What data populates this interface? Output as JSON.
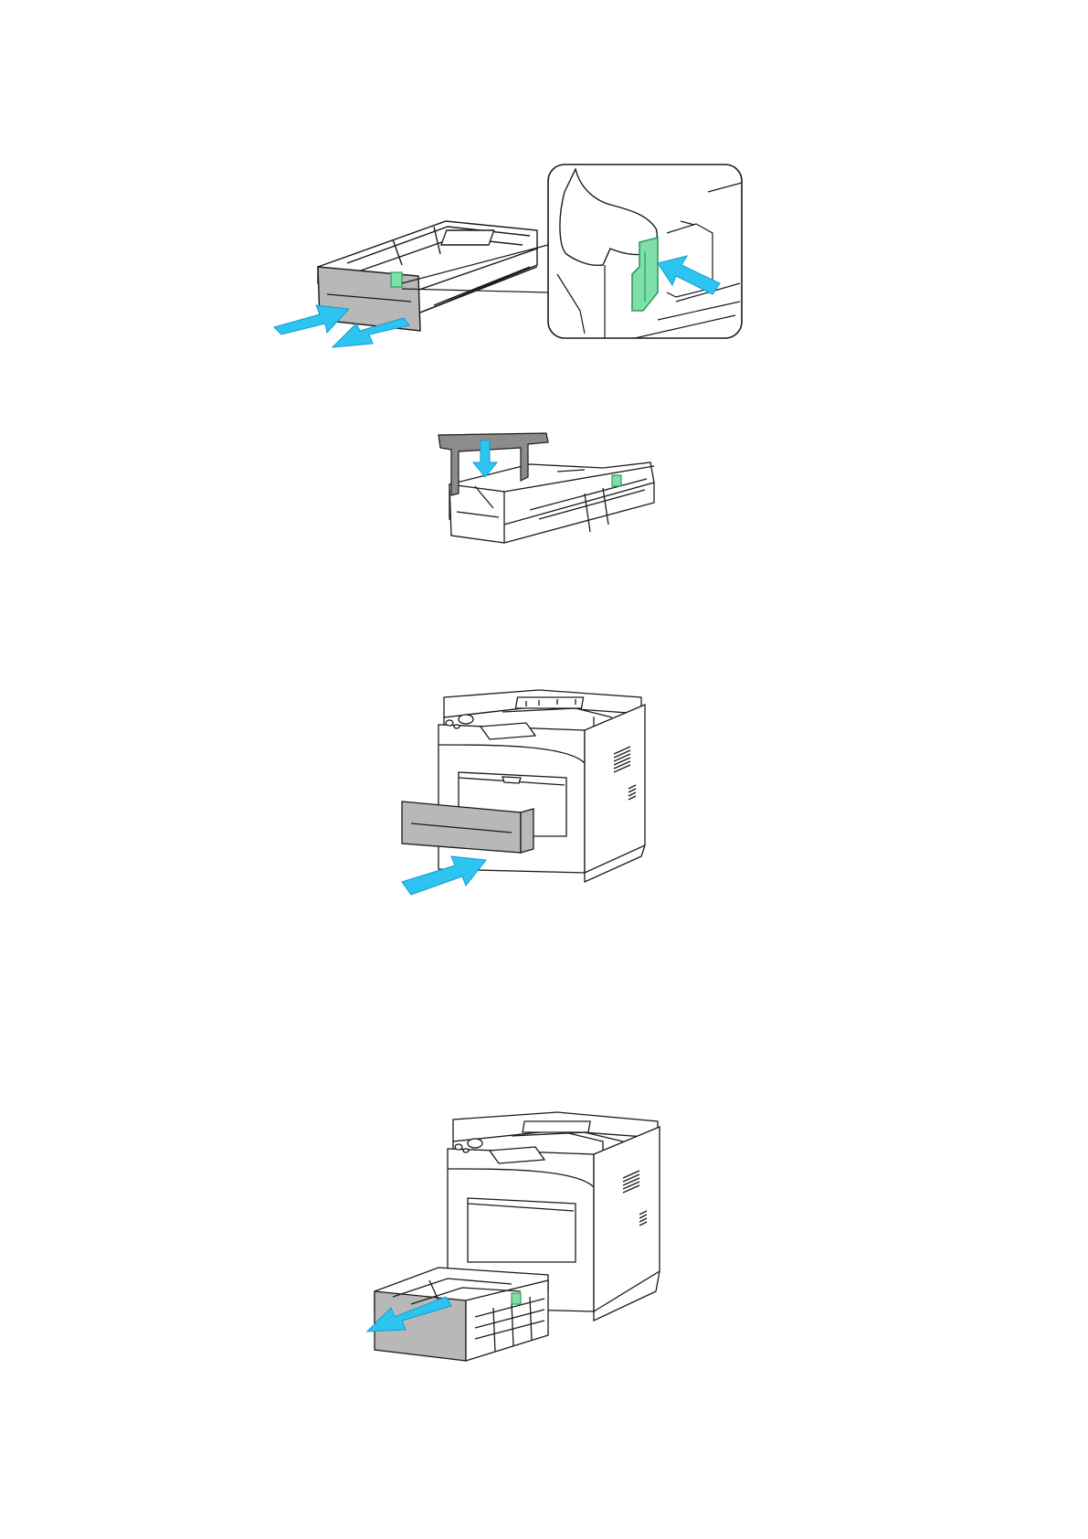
{
  "page": {
    "background": "#ffffff"
  },
  "colors": {
    "arrow": "#2ec4f2",
    "arrow_stroke": "#0d9fd0",
    "tray_gray": "#b8b8b8",
    "tray_dark": "#8c8c8c",
    "guide_green": "#7ee0a8",
    "guide_green_dark": "#2f9a5c",
    "line": "#1a1a1a"
  },
  "figures": [
    {
      "id": "tray-guide",
      "icon": "paper-tray-guide-adjust-illustration"
    },
    {
      "id": "tray-cover",
      "icon": "paper-tray-cover-insert-illustration"
    },
    {
      "id": "printer-insert",
      "icon": "printer-tray-insert-illustration"
    },
    {
      "id": "printer-pull",
      "icon": "printer-tray-remove-illustration"
    }
  ]
}
